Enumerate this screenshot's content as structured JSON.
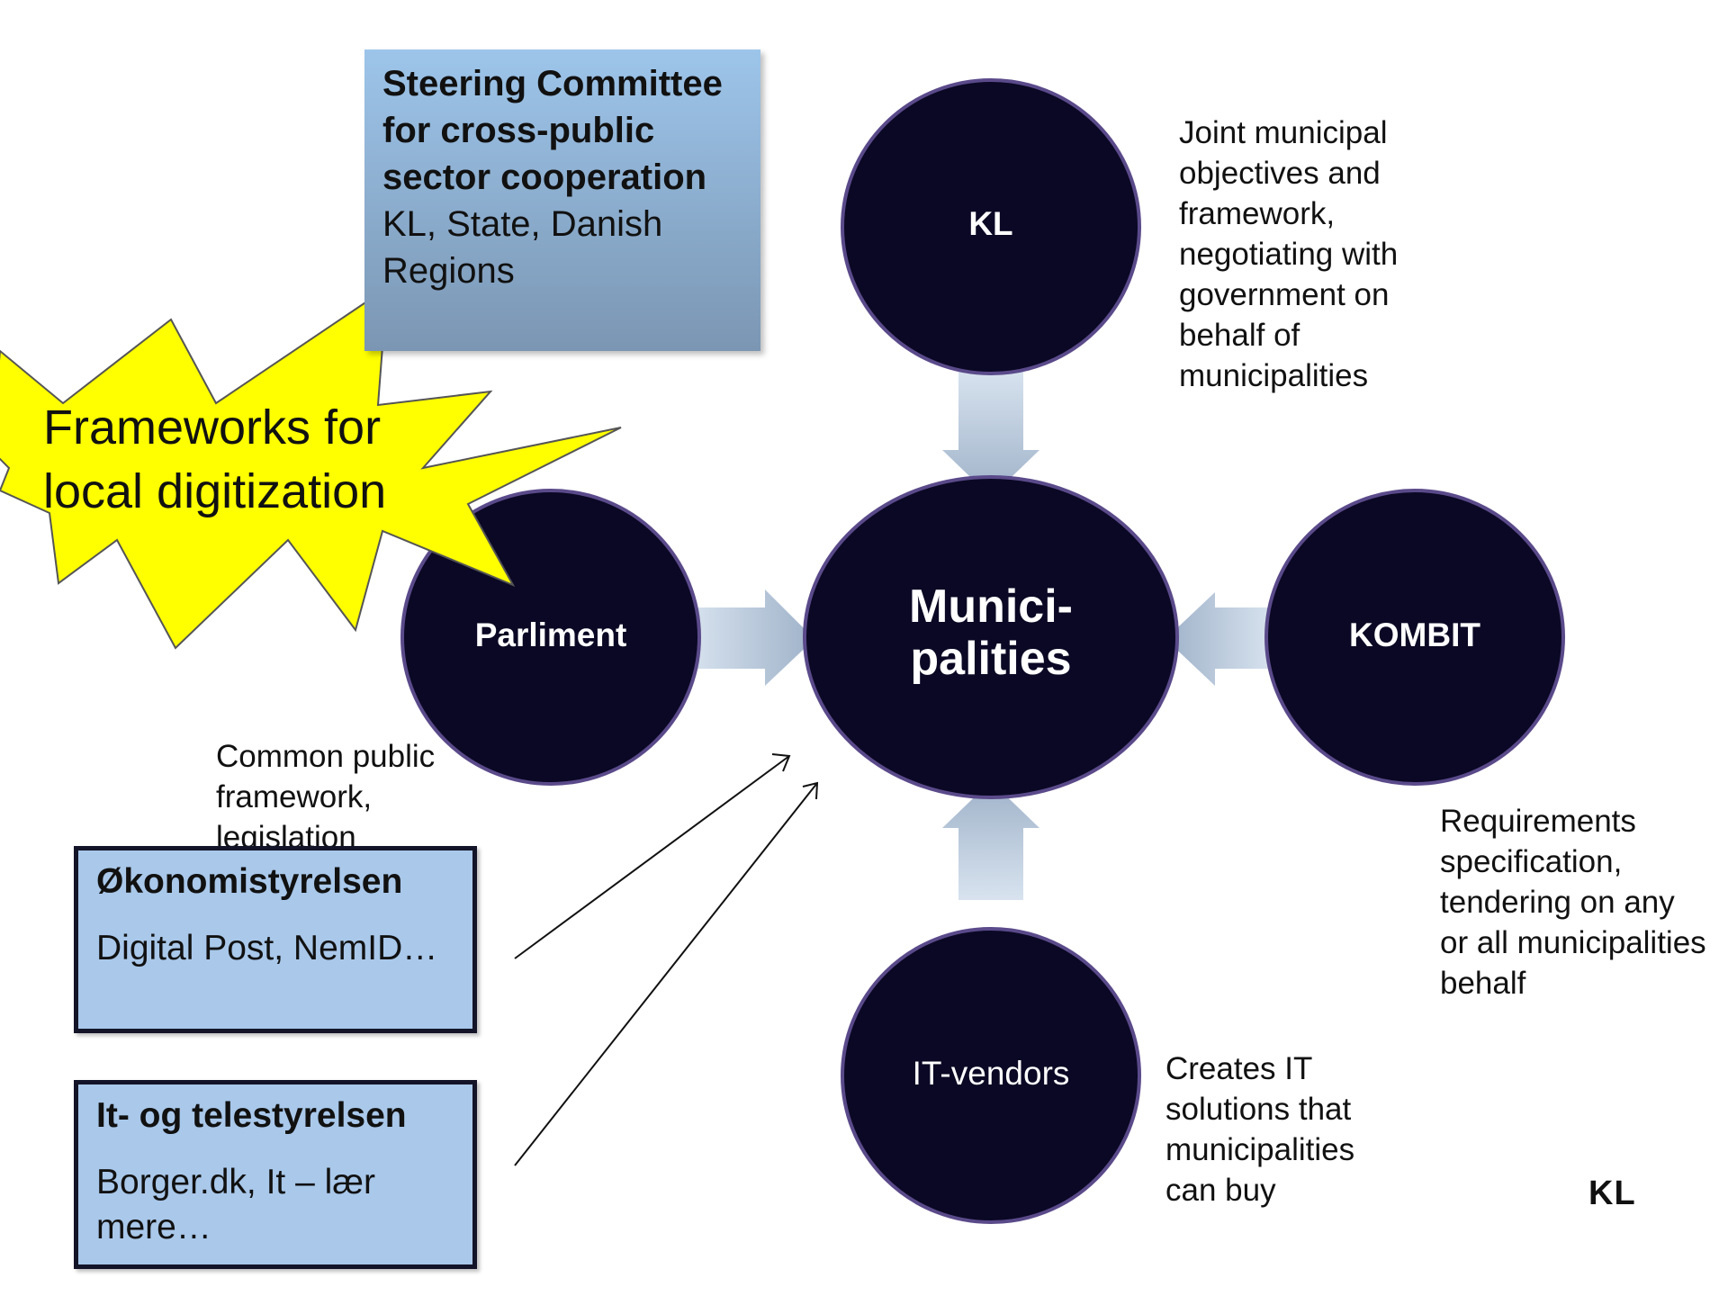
{
  "steering": {
    "title": "Steering Committee for cross-public sector cooperation",
    "body": "KL, State, Danish Regions"
  },
  "burst": {
    "text": "Frameworks for local digitization"
  },
  "circles": {
    "center": "Munici-palities",
    "top": "KL",
    "left": "Parliment",
    "right": "KOMBIT",
    "bottom": "IT-vendors"
  },
  "notes": {
    "kl": "Joint municipal objectives and framework, negotiating with government on behalf of municipalities",
    "parliament": "Common public framework, legislation",
    "kombit": "Requirements specification, tendering on any or all municipalities behalf",
    "vendors": "Creates IT solutions that municipalities can buy"
  },
  "agencies": [
    {
      "title": "Økonomistyrelsen",
      "body": "Digital Post, NemID…"
    },
    {
      "title": "It- og telestyrelsen",
      "body": "Borger.dk, It – lær mere…"
    }
  ],
  "logo": {
    "text": "KL"
  },
  "colors": {
    "circle_fill": "#0a0824",
    "circle_stroke": "#5a4a8a",
    "arrow_fill": "#b9c9dd",
    "burst_fill": "#ffff00",
    "box_fill": "#a9c8ea"
  }
}
